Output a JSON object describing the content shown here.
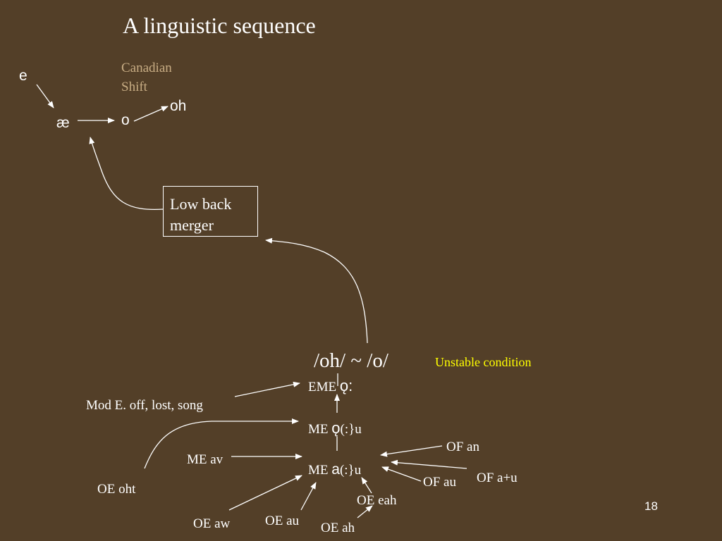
{
  "slide": {
    "title": "A linguistic sequence",
    "page_number": "18",
    "colors": {
      "background": "#533f28",
      "text": "#ffffff",
      "canadian_shift": "#c8ad84",
      "unstable_condition": "#ffff00"
    }
  },
  "top_diagram": {
    "e": "e",
    "ae": "æ",
    "o": "o",
    "oh": "oh",
    "canadian_shift_line1": "Canadian",
    "canadian_shift_line2": "Shift"
  },
  "merger_box": {
    "line1": "Low back",
    "line2": "merger"
  },
  "sequence": {
    "oh_o": "/oh/  ~ /o/",
    "unstable_condition": "Unstable condition",
    "eme_prefix": "EME ",
    "eme_vowel": "ǫ:",
    "me_ou_prefix": "ME ",
    "me_ou_vowel": "ǫ",
    "me_ou_suffix": "(:}u",
    "me_au_prefix": "ME ",
    "me_au_vowel": "a",
    "me_au_suffix": "(:}u"
  },
  "sources": {
    "mod_e": "Mod E. off, lost, song",
    "oe_oht": "OE oht",
    "me_av": "ME av",
    "of_an": "OF an",
    "of_a_u": "OF a+u",
    "of_au": "OF au",
    "oe_eah": "OE eah",
    "oe_aw": "OE aw",
    "oe_au": "OE au",
    "oe_ah": "OE ah"
  }
}
